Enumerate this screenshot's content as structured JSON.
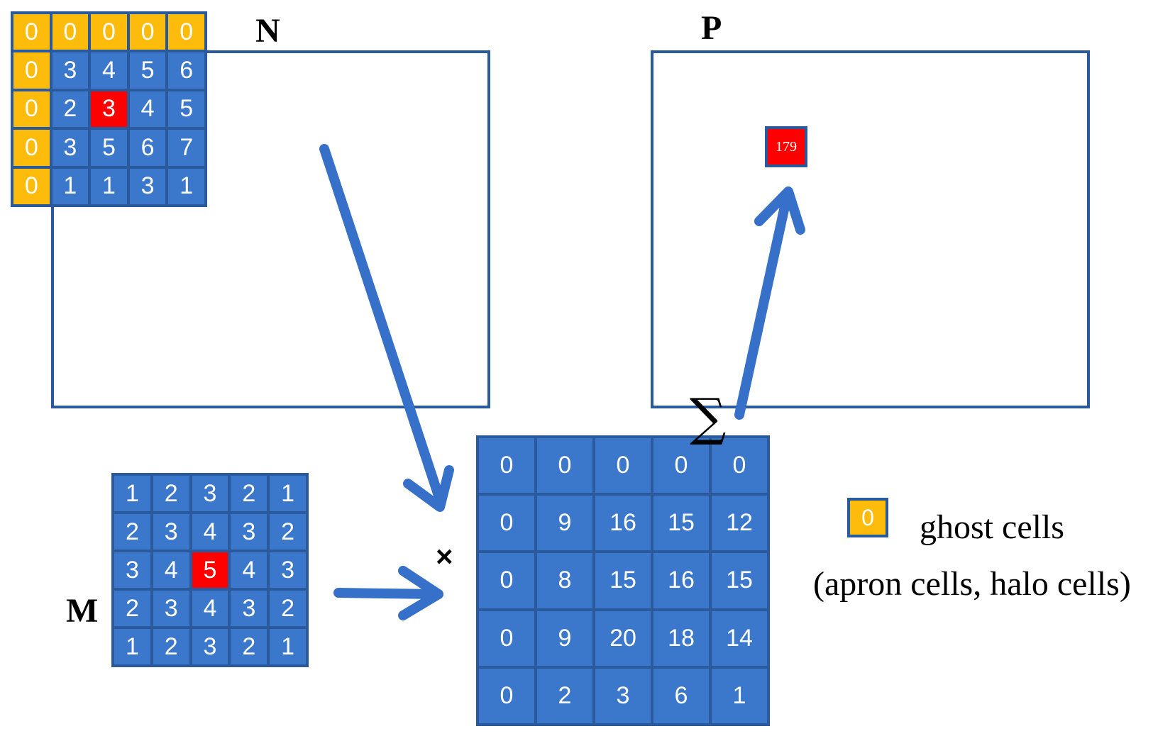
{
  "labels": {
    "n": "N",
    "p": "P",
    "m": "M",
    "times": "×",
    "sigma": "∑"
  },
  "n_grid": {
    "rows": [
      [
        "0",
        "0",
        "0",
        "0",
        "0"
      ],
      [
        "0",
        "3",
        "4",
        "5",
        "6"
      ],
      [
        "0",
        "2",
        "3",
        "4",
        "5"
      ],
      [
        "0",
        "3",
        "5",
        "6",
        "7"
      ],
      [
        "0",
        "1",
        "1",
        "3",
        "1"
      ]
    ]
  },
  "m_grid": {
    "rows": [
      [
        "1",
        "2",
        "3",
        "2",
        "1"
      ],
      [
        "2",
        "3",
        "4",
        "3",
        "2"
      ],
      [
        "3",
        "4",
        "5",
        "4",
        "3"
      ],
      [
        "2",
        "3",
        "4",
        "3",
        "2"
      ],
      [
        "1",
        "2",
        "3",
        "2",
        "1"
      ]
    ]
  },
  "product_grid": {
    "rows": [
      [
        "0",
        "0",
        "0",
        "0",
        "0"
      ],
      [
        "0",
        "9",
        "16",
        "15",
        "12"
      ],
      [
        "0",
        "8",
        "15",
        "16",
        "15"
      ],
      [
        "0",
        "9",
        "20",
        "18",
        "14"
      ],
      [
        "0",
        "2",
        "3",
        "6",
        "1"
      ]
    ]
  },
  "p_result": "179",
  "legend": {
    "cell_value": "0",
    "line1": "ghost cells",
    "line2": "(apron cells, halo cells)"
  },
  "colors": {
    "cell_blue": "#3b78cc",
    "border_blue": "#2a5a9c",
    "ghost_yellow": "#fdbb0c",
    "center_red": "#ff0000",
    "arrow_blue": "#3670c8"
  }
}
